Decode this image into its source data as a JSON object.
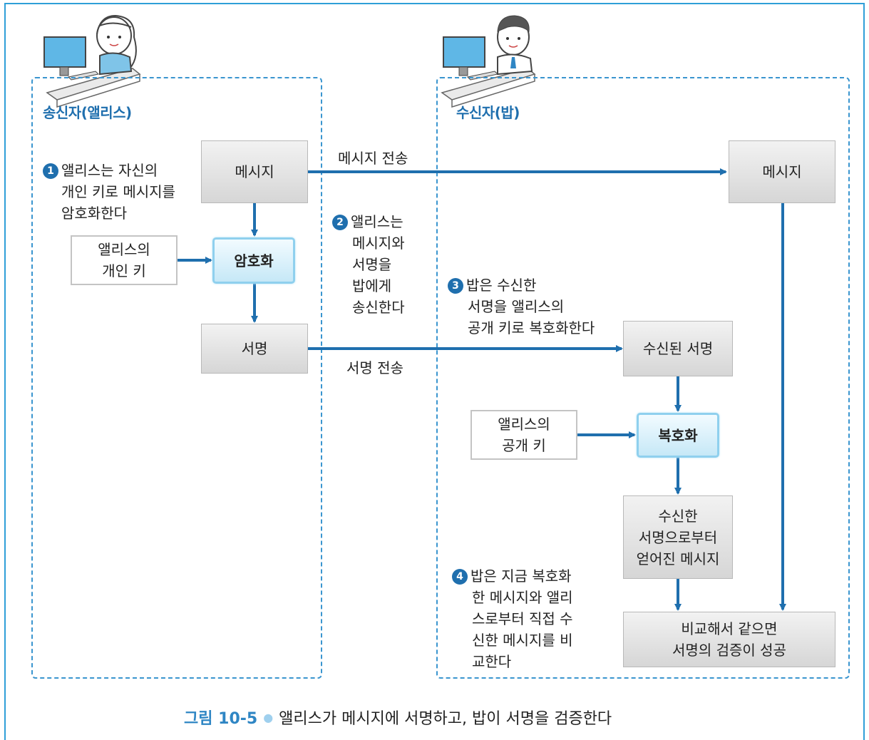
{
  "sender": {
    "title": "송신자(앨리스)"
  },
  "receiver": {
    "title": "수신자(밥)"
  },
  "boxes": {
    "message_sender": "메시지",
    "alice_private_key": [
      "앨리스의",
      "개인 키"
    ],
    "encrypt": "암호화",
    "signature": "서명",
    "message_receiver": "메시지",
    "received_signature": "수신된 서명",
    "alice_public_key": [
      "앨리스의",
      "공개 키"
    ],
    "decrypt": "복호화",
    "decrypted_message": [
      "수신한",
      "서명으로부터",
      "얻어진 메시지"
    ],
    "compare_result": [
      "비교해서 같으면",
      "서명의 검증이 성공"
    ]
  },
  "labels": {
    "message_transfer": "메시지 전송",
    "signature_transfer": "서명 전송"
  },
  "steps": [
    {
      "num": "1",
      "lines": [
        "앨리스는 자신의",
        "개인 키로 메시지를",
        "암호화한다"
      ]
    },
    {
      "num": "2",
      "lines": [
        "앨리스는",
        "메시지와",
        "서명을",
        "밥에게",
        "송신한다"
      ]
    },
    {
      "num": "3",
      "lines": [
        "밥은 수신한",
        "서명을 앨리스의",
        "공개 키로 복호화한다"
      ]
    },
    {
      "num": "4",
      "lines": [
        "밥은 지금 복호화",
        "한 메시지와 앨리",
        "스로부터 직접 수",
        "신한 메시지를 비",
        "교한다"
      ]
    }
  ],
  "caption": {
    "figure_num": "그림 10-5",
    "text": "앨리스가 메시지에 서명하고, 밥이 서명을 검증한다"
  },
  "colors": {
    "accent": "#1f6fae",
    "arrow": "#1f6fae",
    "dashed_border": "#3a95cf"
  }
}
